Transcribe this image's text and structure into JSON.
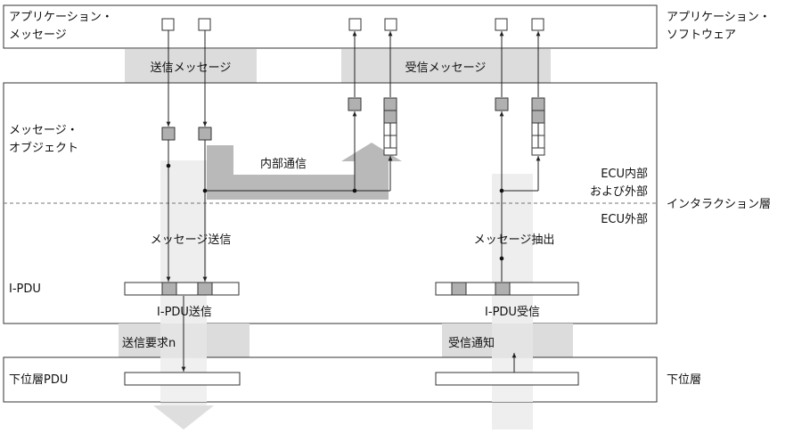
{
  "app_message": [
    "アプリケーション・",
    "メッセージ"
  ],
  "app_software": [
    "アプリケーション・",
    "ソフトウェア"
  ],
  "send_message": "送信メッセージ",
  "recv_message": "受信メッセージ",
  "message_object": [
    "メッセージ・",
    "オブジェクト"
  ],
  "internal_comm": "内部通信",
  "ecu_inside": [
    "ECU内部",
    "および外部"
  ],
  "interaction_layer": "インタラクション層",
  "ecu_outside": "ECU外部",
  "message_send": "メッセージ送信",
  "message_extract": "メッセージ抽出",
  "ipdu": "I-PDU",
  "ipdu_send": "I-PDU送信",
  "ipdu_recv": "I-PDU受信",
  "send_request": "送信要求n",
  "recv_notify": "受信通知",
  "lower_pdu": "下位層PDU",
  "lower_layer": "下位層"
}
